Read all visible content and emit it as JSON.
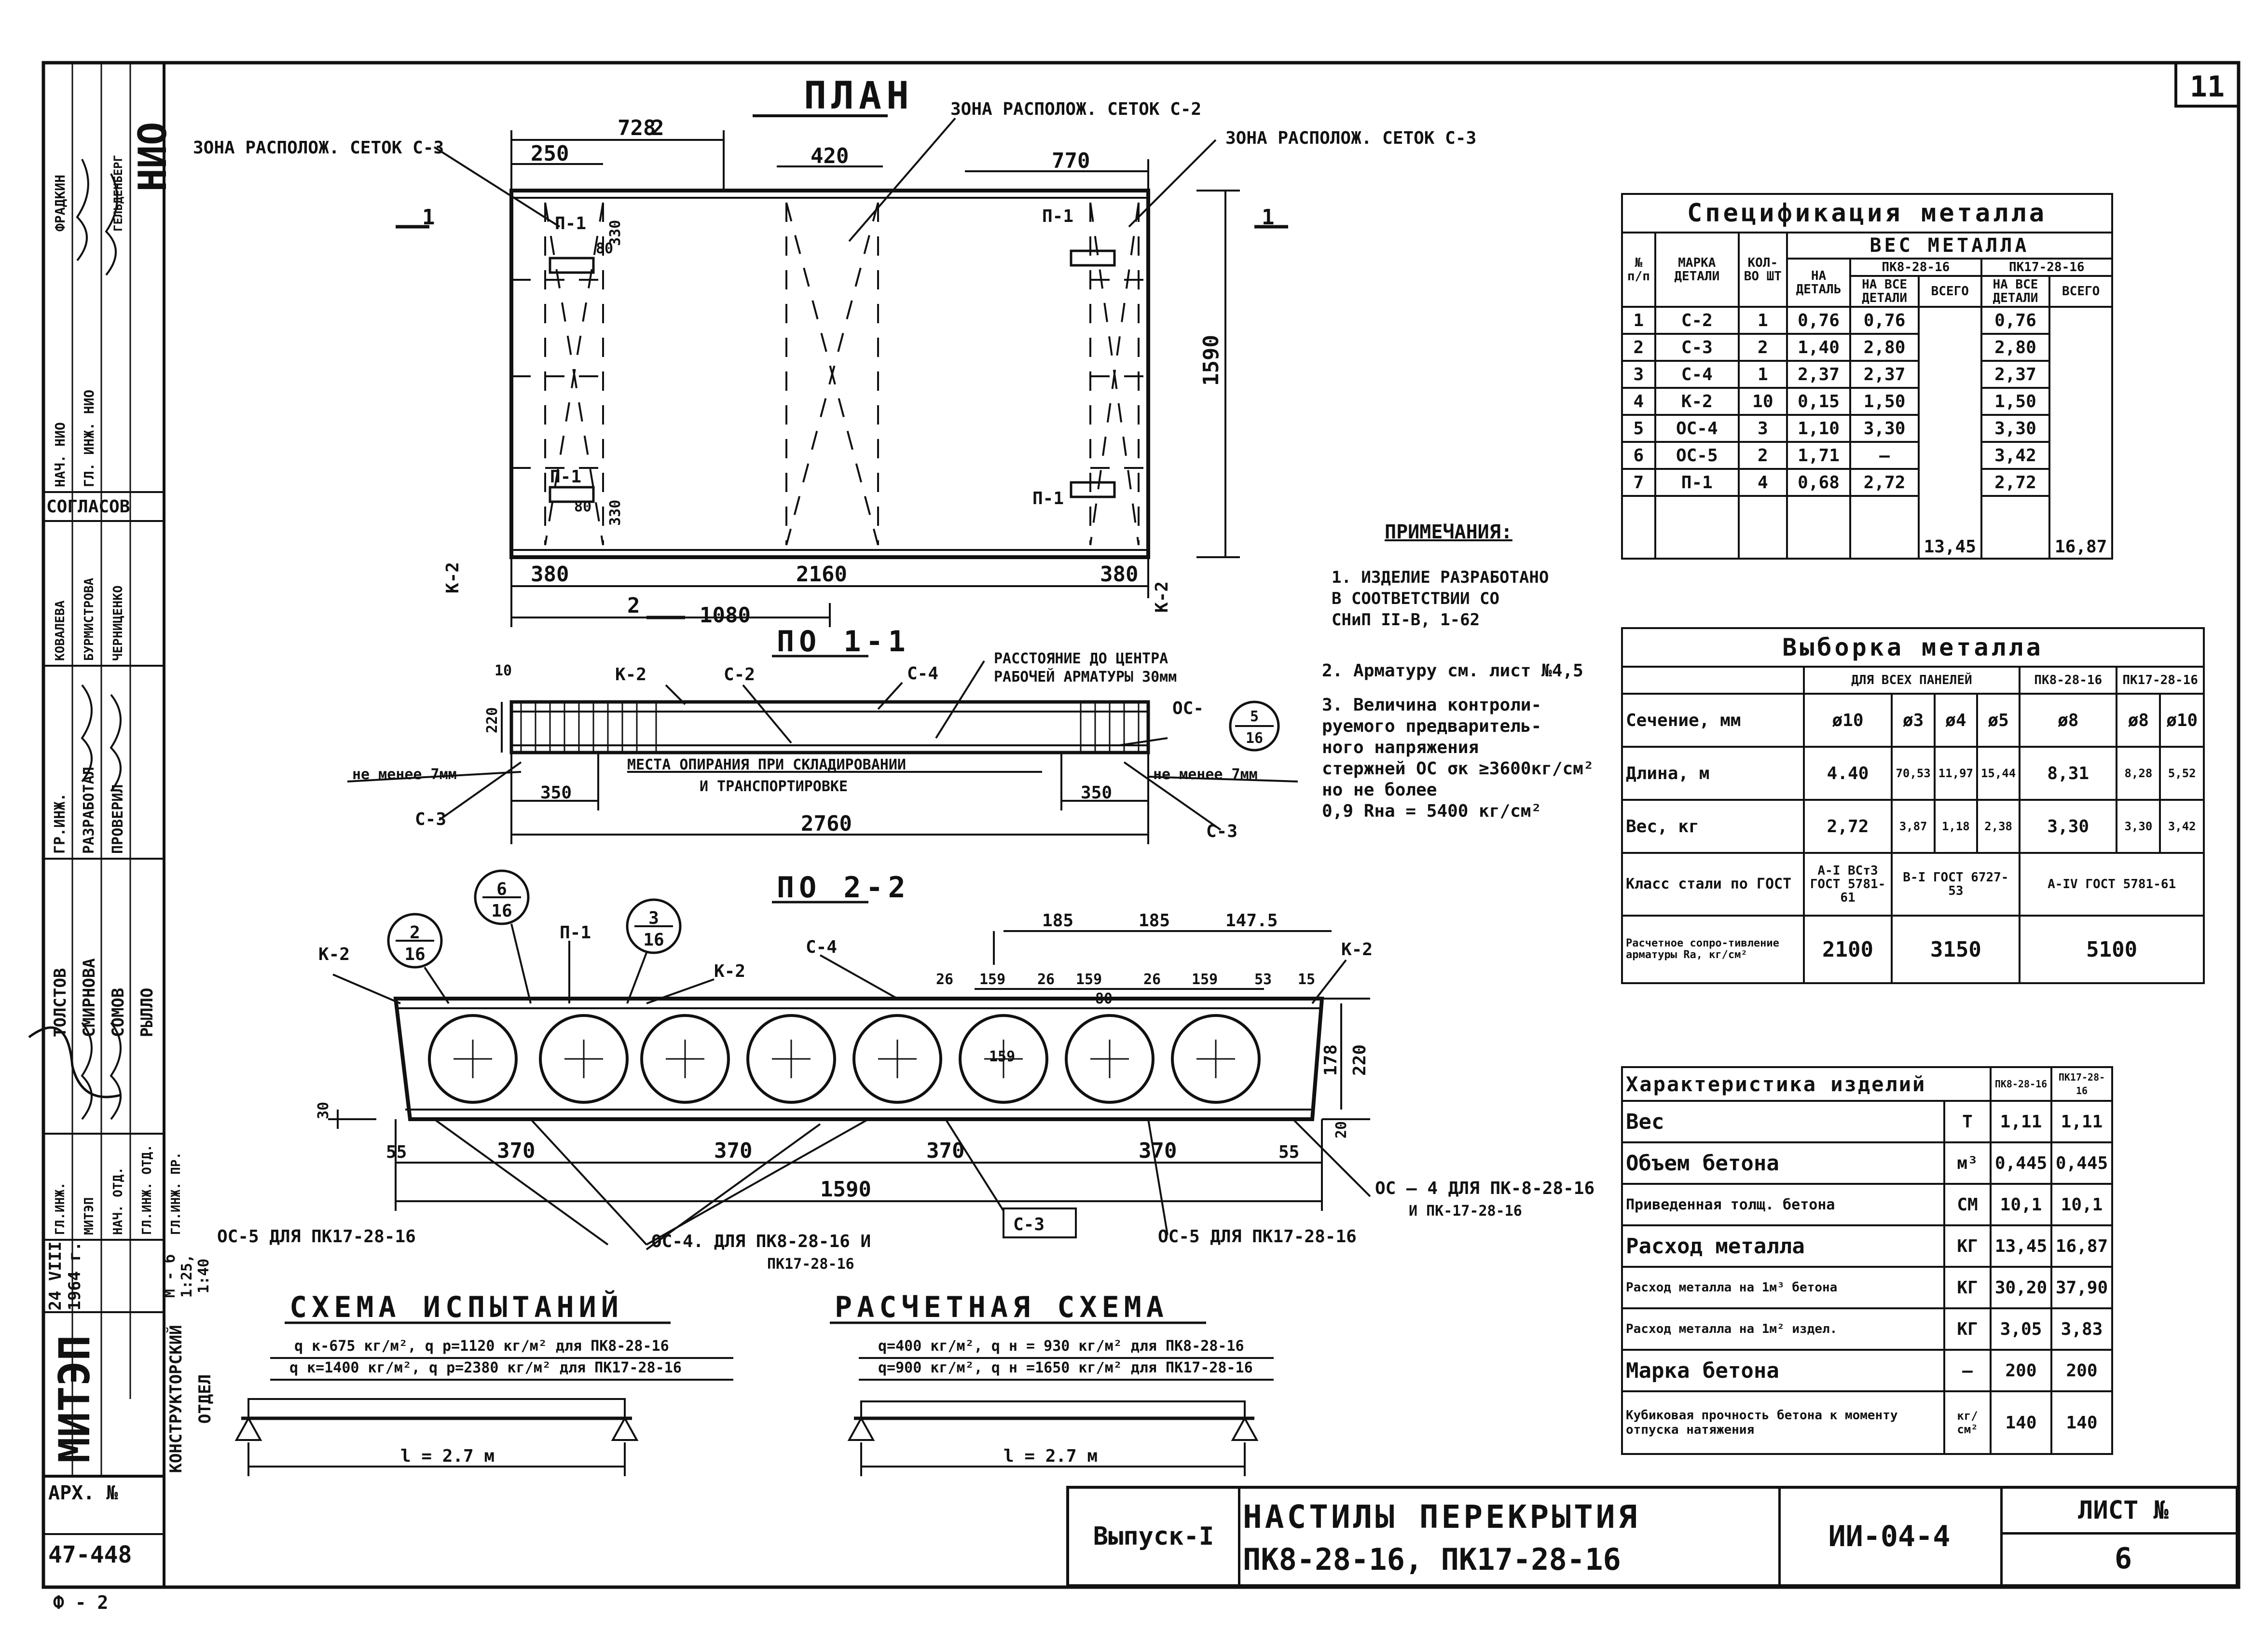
{
  "sheet_corner_number": "11",
  "plan": {
    "title": "ПЛАН",
    "label_zone_c3_left": "ЗОНА РАСПОЛОЖ. СЕТОК С-3",
    "label_zone_c2": "ЗОНА РАСПОЛОЖ. СЕТОК С-2",
    "label_zone_c3_right": "ЗОНА РАСПОЛОЖ. СЕТОК С-3",
    "dims": {
      "d728": "728",
      "d2": "2",
      "d250": "250",
      "d420": "420",
      "d770": "770",
      "d1590": "1590",
      "d380a": "380",
      "d2160": "2160",
      "d380b": "380",
      "d1080": "1080",
      "d2b": "2"
    },
    "labels": {
      "p1a": "П-1",
      "p1b": "П-1",
      "p1c": "П-1",
      "p1d": "П-1",
      "k2a": "К-2",
      "k2b": "К-2",
      "sec1l": "1",
      "sec1r": "1",
      "d80": "80",
      "d330a": "330",
      "d330b": "330",
      "d80b": "80"
    }
  },
  "section11": {
    "title": "ПО 1-1",
    "labels": {
      "k2": "К-2",
      "c2": "С-2",
      "c4": "С-4",
      "dist": "РАССТОЯНИЕ ДО ЦЕНТРА",
      "dist2": "РАБОЧЕЙ АРМАТУРЫ 30мм",
      "oc": "ОС-",
      "oc_num": "5",
      "oc_den": "16",
      "d10": "10",
      "d220": "220",
      "min_l": "не менее 7мм",
      "min_r": "не менее 7мм",
      "support": "МЕСТА ОПИРАНИЯ ПРИ СКЛАДИРОВАНИИ",
      "support2": "И ТРАНСПОРТИРОВКЕ",
      "d350l": "350",
      "d350r": "350",
      "d2760": "2760",
      "c3l": "С-3",
      "c3r": "С-3"
    }
  },
  "section22": {
    "title": "ПО 2-2",
    "labels": {
      "k2l": "К-2",
      "k2m": "К-2",
      "k2r": "К-2",
      "p1": "П-1",
      "c4": "С-4",
      "b1_num": "2",
      "b1_den": "16",
      "b2_num": "6",
      "b2_den": "16",
      "b3_num": "3",
      "b3_den": "16",
      "d185a": "185",
      "d185b": "185",
      "d1475": "147.5",
      "d26a": "26",
      "d159a": "159",
      "d26b": "26",
      "d159b": "159",
      "d26c": "26",
      "d159c": "159",
      "d53": "53",
      "d15": "15",
      "d80": "80",
      "d159d": "159",
      "d178": "178",
      "d220": "220",
      "d30": "30",
      "d20": "20",
      "d55a": "55",
      "d370a": "370",
      "d370b": "370",
      "d370c": "370",
      "d370d": "370",
      "d55b": "55",
      "d1590": "1590",
      "c3": "С-3",
      "oc4": "ОС — 4 ДЛЯ ПК-8-28-16",
      "oc4b": "И ПК-17-28-16",
      "oc5l": "ОС-5 ДЛЯ ПК17-28-16",
      "oc4c": "ОС-4. ДЛЯ ПК8-28-16 И",
      "oc4d": "ПК17-28-16",
      "oc5r": "ОС-5 ДЛЯ ПК17-28-16"
    }
  },
  "test_scheme": {
    "title": "СХЕМА ИСПЫТАНИЙ",
    "line1": "q к-675 кг/м², q р=1120 кг/м² для ПК8-28-16",
    "line2": "q к=1400 кг/м², q р=2380 кг/м² для ПК17-28-16",
    "span": "l = 2.7 м"
  },
  "calc_scheme": {
    "title": "РАСЧЕТНАЯ СХЕМА",
    "line1": "q=400 кг/м², q н = 930 кг/м² для ПК8-28-16",
    "line2": "q=900 кг/м², q н =1650 кг/м² для ПК17-28-16",
    "span": "l = 2.7 м"
  },
  "notes": {
    "title": "ПРИМЕЧАНИЯ:",
    "n1": [
      "1. ИЗДЕЛИЕ РАЗРАБОТАНО",
      "В СООТВЕТСТВИИ СО",
      "СНиП II-В, 1-62"
    ],
    "n2": "2. Арматуру см. лист №4,5",
    "n3": [
      "3. Величина контроли-",
      "руемого предваритель-",
      "ного напряжения",
      "стержней ОС σк ≥3600кг/см²",
      "но не более",
      "0,9 Rнa = 5400 кг/см²"
    ]
  },
  "spec_table": {
    "title": "Спецификация металла",
    "h_no": "№ п/п",
    "h_mark": "МАРКА ДЕТАЛИ",
    "h_qty": "КОЛ-ВО ШТ",
    "h_weight": "ВЕС МЕТАЛЛА",
    "h_per": "НА ДЕТАЛЬ",
    "h_pk8": "ПК8-28-16",
    "h_pk17": "ПК17-28-16",
    "h_all": "НА ВСЕ ДЕТАЛИ",
    "h_total": "ВСЕГО",
    "rows": [
      [
        "1",
        "С-2",
        "1",
        "0,76",
        "0,76",
        "0,76"
      ],
      [
        "2",
        "С-3",
        "2",
        "1,40",
        "2,80",
        "2,80"
      ],
      [
        "3",
        "С-4",
        "1",
        "2,37",
        "2,37",
        "2,37"
      ],
      [
        "4",
        "К-2",
        "10",
        "0,15",
        "1,50",
        "1,50"
      ],
      [
        "5",
        "ОС-4",
        "3",
        "1,10",
        "3,30",
        "3,30"
      ],
      [
        "6",
        "ОС-5",
        "2",
        "1,71",
        "—",
        "3,42"
      ],
      [
        "7",
        "П-1",
        "4",
        "0,68",
        "2,72",
        "2,72"
      ]
    ],
    "total_pk8": "13,45",
    "total_pk17": "16,87"
  },
  "selection_table": {
    "title": "Выборка металла",
    "h_all": "ДЛЯ ВСЕХ ПАНЕЛЕЙ",
    "h_pk8": "ПК8-28-16",
    "h_pk17": "ПК17-28-16",
    "r_sec": "Сечение, мм",
    "r_len": "Длина, м",
    "r_wt": "Вес, кг",
    "r_cls": "Класс стали по ГОСТ",
    "r_res": "Расчетное сопро-тивление арматуры Ra, кг/см²",
    "sec": [
      "ø10",
      "ø3",
      "ø4",
      "ø5",
      "ø8",
      "ø8",
      "ø10"
    ],
    "len": [
      "4.40",
      "70,53",
      "11,97",
      "15,44",
      "8,31",
      "8,28",
      "5,52"
    ],
    "wt": [
      "2,72",
      "3,87",
      "1,18",
      "2,38",
      "3,30",
      "3,30",
      "3,42"
    ],
    "cls": [
      "A-I ВСт3 ГОСТ 5781-61",
      "В-I ГОСТ 6727-53",
      "А-IV ГОСТ 5781-61"
    ],
    "res": [
      "2100",
      "3150",
      "5100"
    ]
  },
  "char_table": {
    "title": "Характеристика изделий",
    "h_pk8": "ПК8-28-16",
    "h_pk17": "ПК17-28-16",
    "rows": [
      [
        "Вес",
        "Т",
        "1,11",
        "1,11"
      ],
      [
        "Объем бетона",
        "м³",
        "0,445",
        "0,445"
      ],
      [
        "Приведенная толщ. бетона",
        "СМ",
        "10,1",
        "10,1"
      ],
      [
        "Расход металла",
        "КГ",
        "13,45",
        "16,87"
      ],
      [
        "Расход металла на 1м³ бетона",
        "КГ",
        "30,20",
        "37,90"
      ],
      [
        "Расход металла на 1м² издел.",
        "КГ",
        "3,05",
        "3,83"
      ],
      [
        "Марка бетона",
        "—",
        "200",
        "200"
      ],
      [
        "Кубиковая прочность бетона к моменту отпуска натяжения",
        "кг/см²",
        "140",
        "140"
      ]
    ]
  },
  "title_block": {
    "issue": "Выпуск-I",
    "title1": "НАСТИЛЫ ПЕРЕКРЫТИЯ",
    "title2": "ПК8-28-16, ПК17-28-16",
    "code": "ИИ-04-4",
    "sheet_label": "ЛИСТ №",
    "sheet_no": "6"
  },
  "left_stamp": {
    "org": "МИТЭП",
    "dept": "КОНСТРУКТОРСКИЙ ОТДЕЛ",
    "date": "24 VIII 1964 г.",
    "scale": "М - б 1:25, 1:40",
    "arch_label": "АРХ. №",
    "arch_no": "47-448",
    "format": "Ф - 2",
    "agreed": "СОГЛАСОВ",
    "nio": "НИО",
    "roles": [
      "ГЛ.ИНЖ. МИТЭП",
      "НАЧ. ОТД.",
      "ГЛ.ИНЖ. ОТД.",
      "ГЛ.ИНЖ. ПР."
    ],
    "names": [
      "ТОЛСТОВ",
      "СМИРНОВА",
      "СОМОВ",
      "РЫЛЛО"
    ],
    "roles2": [
      "ГР.ИНЖ.",
      "РАЗРАБОТАЛ",
      "ПРОВЕРИЛ"
    ],
    "names2": [
      "КОВАЛЕВА",
      "БУРМИСТРОВА",
      "ЧЕРНИЦЕНКО"
    ],
    "roles3": [
      "НАЧ. НИО",
      "ГЛ. ИНЖ. НИО"
    ],
    "names3": [
      "ФРАДКИН",
      "ГЕЛЬДЕНБЕРГ"
    ]
  }
}
